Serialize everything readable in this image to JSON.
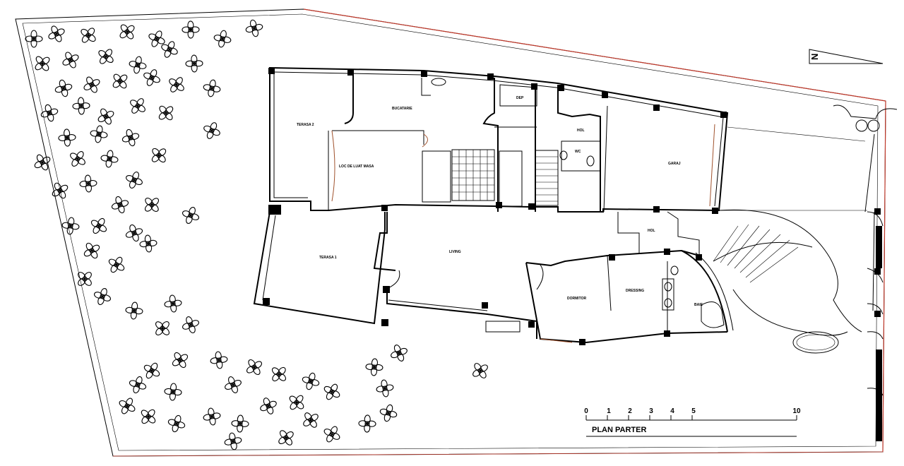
{
  "rooms": {
    "terasa2": "TERASA 2",
    "bucatarie": "BUCATARIE",
    "dep": "DEP",
    "loc_masa": "LOC DE LUAT MASA",
    "hol_top": "HOL",
    "wc": "WC",
    "garaj": "GARAJ",
    "terasa1": "TERASA 1",
    "living": "LIVING",
    "hol_mid": "HOL",
    "dormitor": "DORMITOR",
    "dressing": "DRESSING",
    "baie": "BAIE"
  },
  "north_label": "N",
  "scale": {
    "ticks": [
      "0",
      "1",
      "2",
      "3",
      "4",
      "5",
      "10"
    ],
    "title": "PLAN PARTER"
  },
  "colors": {
    "boundary_red": "#c0392b",
    "door_brown": "#a0522d",
    "line": "#000000"
  }
}
